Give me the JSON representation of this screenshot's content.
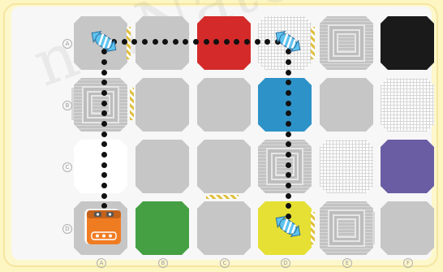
{
  "board": {
    "columns": 6,
    "rows": 4,
    "row_labels": [
      "A",
      "B",
      "C",
      "D"
    ],
    "col_labels": [
      "A",
      "B",
      "C",
      "D",
      "E",
      "F"
    ],
    "tiles": [
      [
        "gray",
        "gray-dashed",
        "red",
        "grid-dashed",
        "concentric",
        "black"
      ],
      [
        "concentric",
        "gray",
        "gray",
        "blue",
        "gray",
        "grid"
      ],
      [
        "white",
        "gray",
        "gray",
        "concentric",
        "grid",
        "purple"
      ],
      [
        "gray",
        "green",
        "gray",
        "yellow",
        "concentric",
        "gray"
      ]
    ]
  },
  "path": {
    "description_color": "#111111",
    "waypoints": [
      [
        "D",
        "A"
      ],
      [
        "A",
        "A"
      ],
      [
        "A",
        "D"
      ],
      [
        "D",
        "D"
      ]
    ]
  },
  "pieces": {
    "robot": {
      "row": "D",
      "col": "A",
      "color": "#f07c22"
    },
    "candies": [
      {
        "row": "A",
        "col": "A",
        "color": "#5ec3ef"
      },
      {
        "row": "A",
        "col": "D",
        "color": "#5ec3ef"
      },
      {
        "row": "D",
        "col": "D",
        "color": "#5ec3ef"
      }
    ]
  },
  "colors": {
    "background": "#fdf6c2",
    "red": "#d42a2a",
    "blue": "#2d92c8",
    "purple": "#6a5da3",
    "green": "#44a043",
    "yellow": "#e5e033",
    "black": "#1a1a1a"
  },
  "watermark": "ntaNate Edu"
}
